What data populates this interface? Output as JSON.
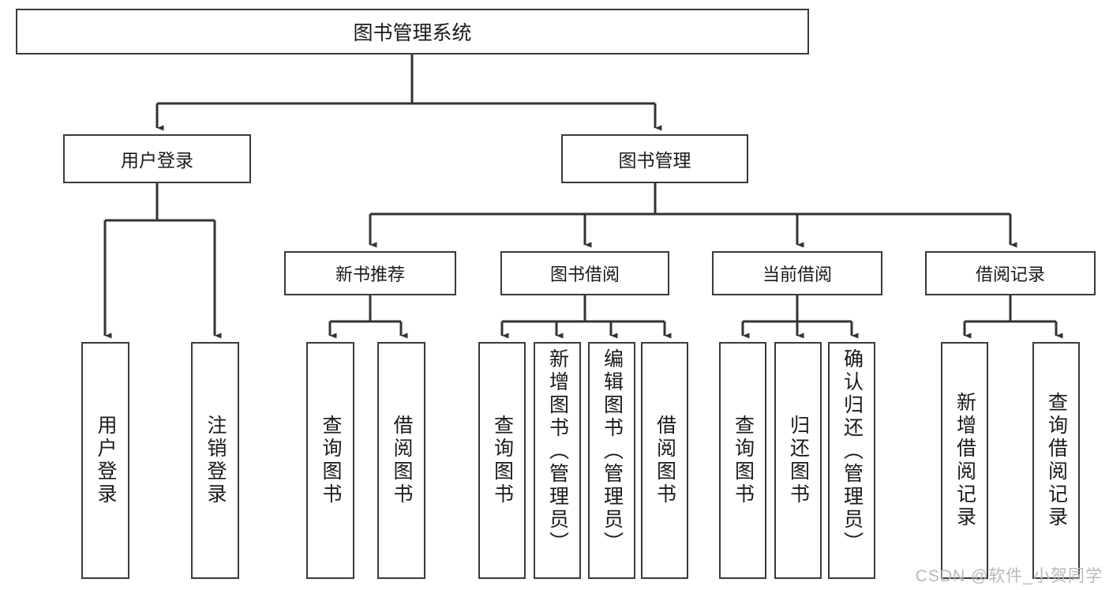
{
  "diagram": {
    "title": "图书管理系统",
    "type": "功能结构图",
    "style": {
      "box_border_color": "#3a3a3a",
      "box_fill_color": "#ffffff",
      "connector_color": "#333333",
      "text_color": "#1a1a1a",
      "background_color": "#ffffff",
      "watermark_color": "#b9b9b9"
    },
    "root": {
      "id": "root",
      "label": "图书管理系统"
    },
    "level2": [
      {
        "id": "user-login",
        "label": "用户登录"
      },
      {
        "id": "book-management",
        "label": "图书管理"
      }
    ],
    "level3": [
      {
        "id": "new-book-recommend",
        "label": "新书推荐",
        "parent": "book-management"
      },
      {
        "id": "book-borrow",
        "label": "图书借阅",
        "parent": "book-management"
      },
      {
        "id": "current-borrow",
        "label": "当前借阅",
        "parent": "book-management"
      },
      {
        "id": "borrow-record",
        "label": "借阅记录",
        "parent": "book-management"
      }
    ],
    "leaves": [
      {
        "id": "leaf-user-login",
        "label": "用户登录",
        "parent": "user-login"
      },
      {
        "id": "leaf-logout",
        "label": "注销登录",
        "parent": "user-login"
      },
      {
        "id": "leaf-query-book-1",
        "label": "查询图书",
        "parent": "new-book-recommend"
      },
      {
        "id": "leaf-borrow-book-1",
        "label": "借阅图书",
        "parent": "new-book-recommend"
      },
      {
        "id": "leaf-query-book-2",
        "label": "查询图书",
        "parent": "book-borrow"
      },
      {
        "id": "leaf-add-book",
        "label": "新增图书（管理员）",
        "parent": "book-borrow"
      },
      {
        "id": "leaf-edit-book",
        "label": "编辑图书（管理员）",
        "parent": "book-borrow"
      },
      {
        "id": "leaf-borrow-book-2",
        "label": "借阅图书",
        "parent": "book-borrow"
      },
      {
        "id": "leaf-query-book-3",
        "label": "查询图书",
        "parent": "current-borrow"
      },
      {
        "id": "leaf-return-book",
        "label": "归还图书",
        "parent": "current-borrow"
      },
      {
        "id": "leaf-confirm-return",
        "label": "确认归还（管理员）",
        "parent": "current-borrow"
      },
      {
        "id": "leaf-add-record",
        "label": "新增借阅记录",
        "parent": "borrow-record"
      },
      {
        "id": "leaf-query-record",
        "label": "查询借阅记录",
        "parent": "borrow-record"
      }
    ],
    "watermark": "CSDN @软件_小贺同学"
  }
}
